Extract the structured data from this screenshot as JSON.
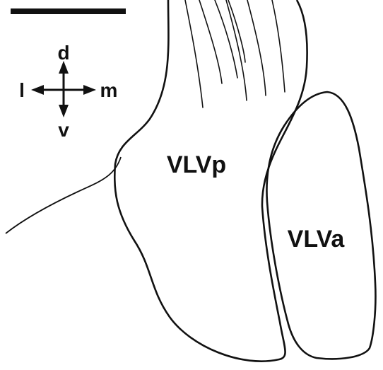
{
  "diagram": {
    "scale_bar": {
      "label": ""
    },
    "orientation": {
      "dorsal": "d",
      "ventral": "v",
      "lateral": "l",
      "medial": "m"
    },
    "regions": {
      "posterior": {
        "label": "VLVp"
      },
      "anterior": {
        "label": "VLVa"
      }
    },
    "colors": {
      "ink": "#111111",
      "background": "#ffffff"
    }
  }
}
